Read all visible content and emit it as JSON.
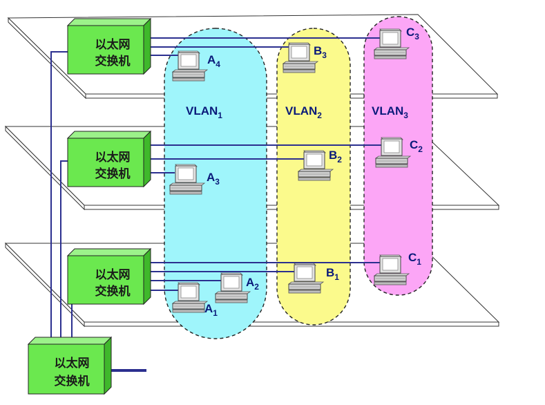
{
  "switches": {
    "top": {
      "line1": "以太网",
      "line2": "交换机"
    },
    "middle": {
      "line1": "以太网",
      "line2": "交换机"
    },
    "bottom": {
      "line1": "以太网",
      "line2": "交换机"
    },
    "core": {
      "line1": "以太网",
      "line2": "交换机"
    }
  },
  "vlans": [
    {
      "name": "VLAN",
      "sub": "1",
      "color": "#9ff5fb"
    },
    {
      "name": "VLAN",
      "sub": "2",
      "color": "#fbfa8c"
    },
    {
      "name": "VLAN",
      "sub": "3",
      "color": "#fca6f6"
    }
  ],
  "pcs": {
    "A4": {
      "letter": "A",
      "sub": "4"
    },
    "A3": {
      "letter": "A",
      "sub": "3"
    },
    "A2": {
      "letter": "A",
      "sub": "2"
    },
    "A1": {
      "letter": "A",
      "sub": "1"
    },
    "B3": {
      "letter": "B",
      "sub": "3"
    },
    "B2": {
      "letter": "B",
      "sub": "2"
    },
    "B1": {
      "letter": "B",
      "sub": "1"
    },
    "C3": {
      "letter": "C",
      "sub": "3"
    },
    "C2": {
      "letter": "C",
      "sub": "2"
    },
    "C1": {
      "letter": "C",
      "sub": "1"
    }
  },
  "colors": {
    "switch_front": "#6be84f",
    "switch_top": "#9cf28a",
    "switch_side": "#3fb82b",
    "link": "#2b2f8f",
    "floor_stroke": "#333333"
  }
}
